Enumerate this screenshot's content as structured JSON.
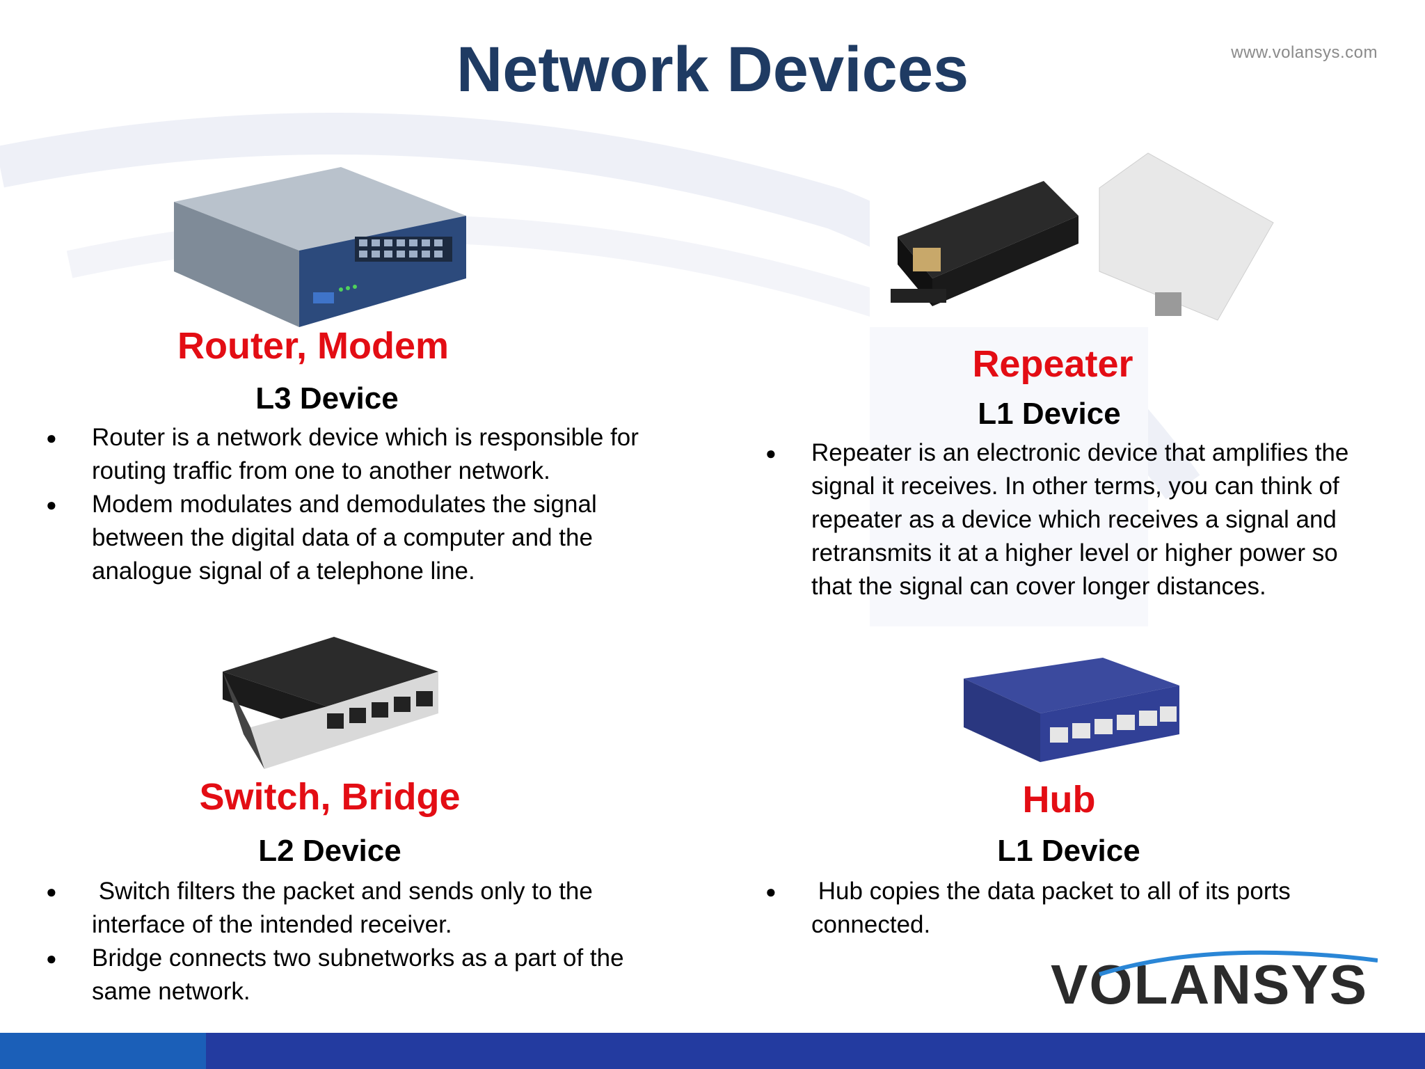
{
  "header": {
    "title": "Network Devices",
    "url": "www.volansys.com"
  },
  "devices": {
    "router": {
      "title": "Router, Modem",
      "layer": "L3 Device",
      "bullets": [
        "Router is a network device which is responsible for routing traffic from one to another network.",
        "Modem modulates and demodulates the signal between the digital data of a computer and the analogue signal of a telephone line."
      ]
    },
    "repeater": {
      "title": "Repeater",
      "layer": "L1 Device",
      "bullets": [
        "Repeater is an electronic device that amplifies the signal it receives. In other terms, you can think of repeater as a device which receives a signal and retransmits it at a higher level or higher power so that the signal can cover longer distances."
      ]
    },
    "switch": {
      "title": "Switch, Bridge",
      "layer": "L2 Device",
      "bullets": [
        " Switch filters the packet and sends only to the interface of the intended receiver.",
        "Bridge connects two subnetworks as a part of the same network."
      ]
    },
    "hub": {
      "title": "Hub",
      "layer": "L1 Device",
      "bullets": [
        " Hub copies the data packet to all of its ports connected."
      ]
    }
  },
  "bullet_glyph": "●",
  "logo": {
    "text": "VOLANSYS"
  },
  "colors": {
    "title": "#1f3b63",
    "device_title": "#e30d14",
    "footer": "#233ba0",
    "footer_accent": "#1b5fb8"
  }
}
